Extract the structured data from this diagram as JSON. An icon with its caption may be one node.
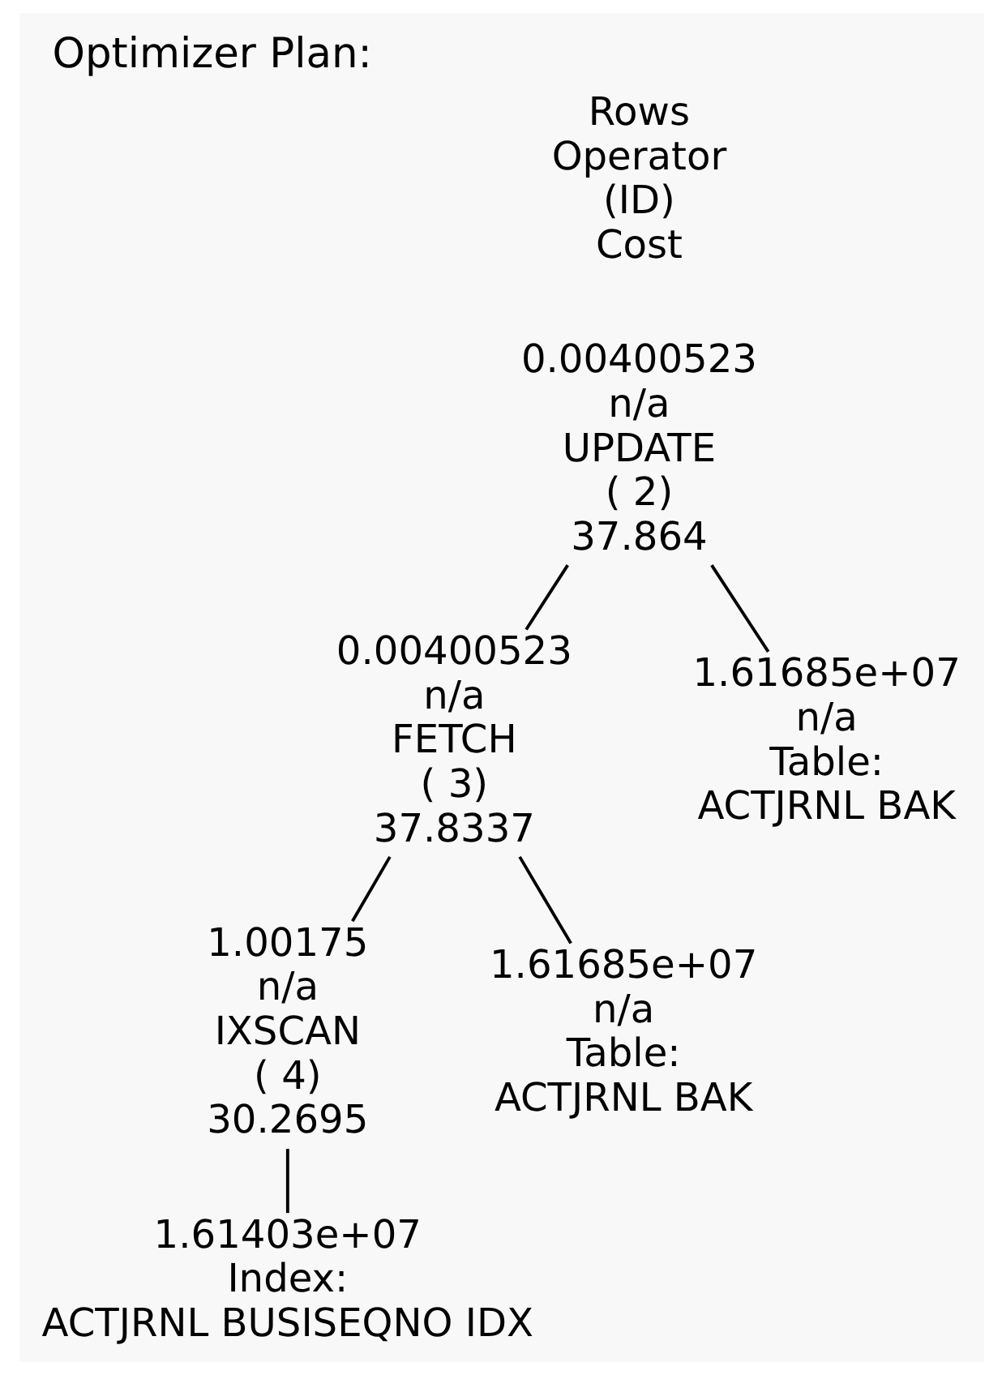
{
  "diagram": {
    "title": "Optimizer Plan:",
    "nodes": [
      {
        "text": [
          "0.00400523",
          "n/a",
          "UPDATE",
          "( 2)",
          "37.864"
        ]
      },
      {
        "text": [
          "0.00400523",
          "n/a",
          "FETCH",
          "( 3)",
          "37.8337"
        ]
      },
      {
        "text": [
          "1.61685e+07",
          "n/a",
          "Table:",
          "ACTJRNL BAK"
        ]
      },
      {
        "text": [
          "1.00175",
          "n/a",
          "IXSCAN",
          "( 4)",
          "30.2695"
        ]
      },
      {
        "text": [
          "1.61685e+07",
          "n/a",
          "Table:",
          "ACTJRNL BAK"
        ]
      },
      {
        "text": [
          "1.61403e+07",
          "Index:",
          "ACTJRNL BUSISEQNO IDX"
        ]
      }
    ],
    "edges": [
      {
        "from": 0,
        "to": 1,
        "arrow": "none"
      },
      {
        "from": 0,
        "to": 2,
        "arrow": "none"
      },
      {
        "from": 1,
        "to": 3,
        "arrow": "none"
      },
      {
        "from": 1,
        "to": 4,
        "arrow": "none"
      },
      {
        "from": 3,
        "to": 5,
        "arrow": "none"
      }
    ],
    "labels": [
      "Rows",
      "Operator",
      "(ID)",
      "Cost"
    ]
  }
}
